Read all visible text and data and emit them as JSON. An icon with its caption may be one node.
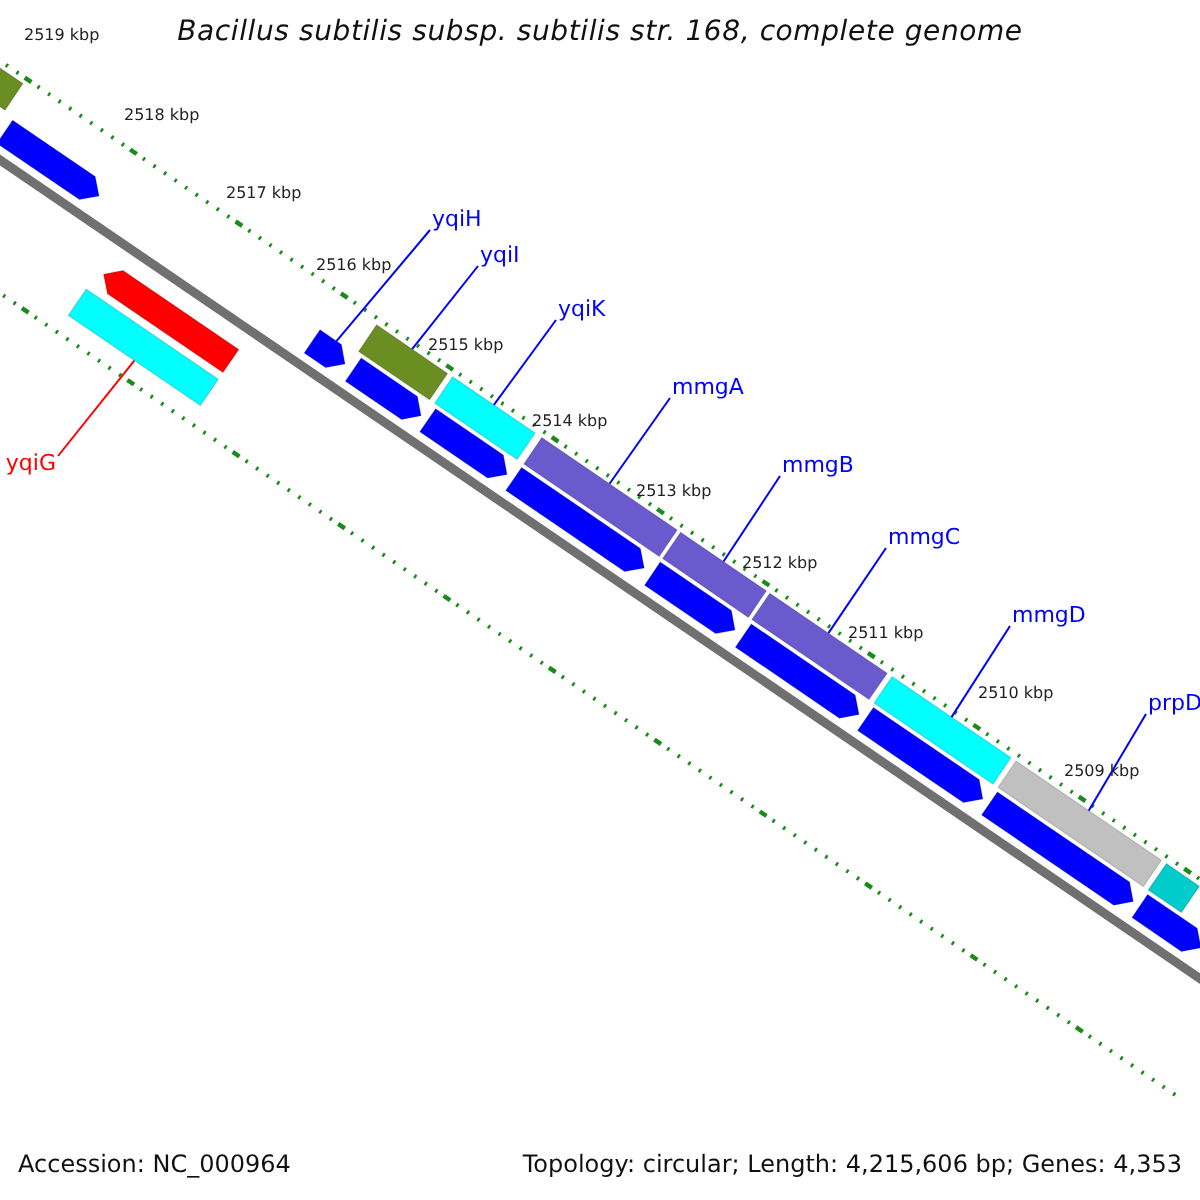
{
  "diagram": {
    "title": "Bacillus subtilis subsp. subtilis str. 168, complete genome",
    "nodes": [
      {
        "text": [
          "yqiH"
        ]
      },
      {
        "text": [
          "yqiI"
        ]
      },
      {
        "text": [
          "yqiK"
        ]
      },
      {
        "text": [
          "mmgA"
        ]
      },
      {
        "text": [
          "mmgB"
        ]
      },
      {
        "text": [
          "mmgC"
        ]
      },
      {
        "text": [
          "mmgD"
        ]
      },
      {
        "text": [
          "prpD"
        ]
      },
      {
        "text": [
          "yqiG"
        ]
      },
      {
        "text": [],
        "shape": "bar"
      },
      {
        "text": [],
        "shape": "arrow"
      },
      {
        "text": [],
        "shape": "bar"
      },
      {
        "text": [],
        "shape": "arrow"
      },
      {
        "text": [],
        "shape": "arrow"
      },
      {
        "text": [],
        "shape": "bar"
      },
      {
        "text": [],
        "shape": "arrow"
      },
      {
        "text": [],
        "shape": "bar"
      },
      {
        "text": [],
        "shape": "arrow"
      },
      {
        "text": [],
        "shape": "bar"
      },
      {
        "text": [],
        "shape": "arrow"
      },
      {
        "text": [],
        "shape": "bar"
      },
      {
        "text": [],
        "shape": "arrow"
      },
      {
        "text": [],
        "shape": "bar"
      },
      {
        "text": [],
        "shape": "arrow"
      },
      {
        "text": [],
        "shape": "bar"
      },
      {
        "text": [],
        "shape": "arrow"
      },
      {
        "text": [],
        "shape": "bar"
      },
      {
        "text": [],
        "shape": "arrow"
      },
      {
        "text": [],
        "shape": "bar"
      },
      {
        "text": [],
        "shape": "arrow"
      }
    ],
    "edges": [
      {
        "from": 0,
        "to": 13,
        "arrow": "none"
      },
      {
        "from": 1,
        "to": 14,
        "arrow": "none"
      },
      {
        "from": 2,
        "to": 16,
        "arrow": "none"
      },
      {
        "from": 3,
        "to": 18,
        "arrow": "none"
      },
      {
        "from": 4,
        "to": 20,
        "arrow": "none"
      },
      {
        "from": 5,
        "to": 22,
        "arrow": "none"
      },
      {
        "from": 6,
        "to": 24,
        "arrow": "none"
      },
      {
        "from": 7,
        "to": 26,
        "arrow": "none"
      },
      {
        "from": 8,
        "to": 11,
        "arrow": "none",
        "color": "#ff0000"
      }
    ],
    "labels": [
      "2519 kbp",
      "2518 kbp",
      "2517 kbp",
      "2516 kbp",
      "2515 kbp",
      "2514 kbp",
      "2513 kbp",
      "2512 kbp",
      "2511 kbp",
      "2510 kbp",
      "2509 kbp",
      "Accession: NC_000964",
      "Topology: circular; Length: 4,215,606 bp; Genes: 4,353"
    ]
  }
}
